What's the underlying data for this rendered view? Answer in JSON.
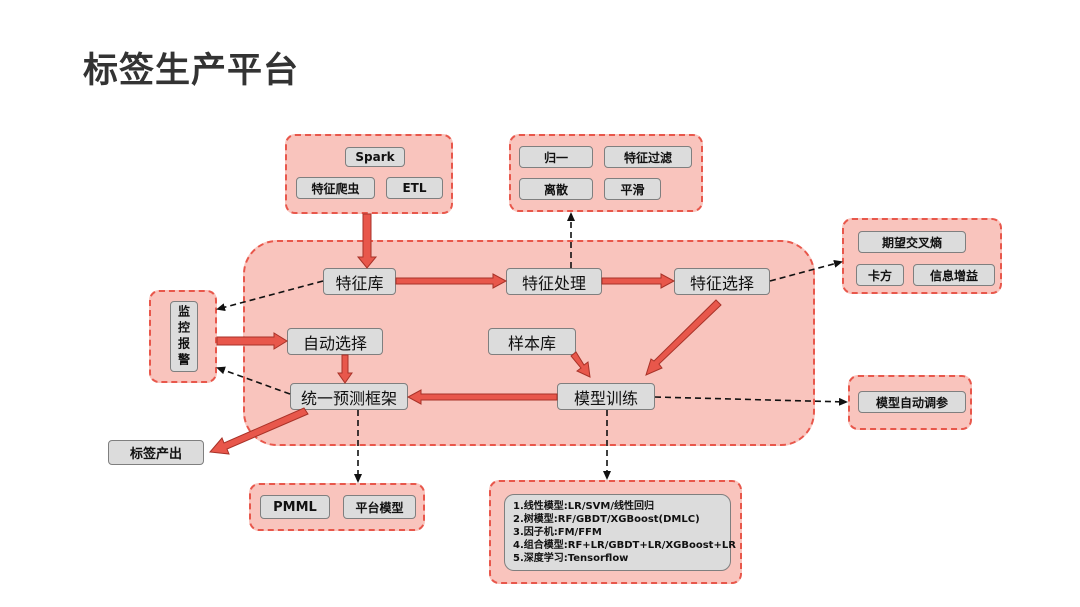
{
  "title": "标签生产平台",
  "source_group": {
    "spark": "Spark",
    "crawler": "特征爬虫",
    "etl": "ETL"
  },
  "processing_group": {
    "normalize": "归一",
    "filter": "特征过滤",
    "discretize": "离散",
    "smooth": "平滑"
  },
  "selection_group": {
    "cross_entropy": "期望交叉熵",
    "chi_square": "卡方",
    "info_gain": "信息增益"
  },
  "monitor": "监控报警",
  "core": {
    "feature_store": "特征库",
    "feature_processing": "特征处理",
    "feature_selection": "特征选择",
    "auto_select": "自动选择",
    "sample_store": "样本库",
    "unified_framework": "统一预测框架",
    "model_training": "模型训练"
  },
  "tuning": "模型自动调参",
  "tag_output": "标签产出",
  "deploy_group": {
    "pmml": "PMML",
    "platform_model": "平台模型"
  },
  "models": [
    "1.线性模型:LR/SVM/线性回归",
    "2.树模型:RF/GBDT/XGBoost(DMLC)",
    "3.因子机:FM/FFM",
    "4.组合模型:RF+LR/GBDT+LR/XGBoost+LR",
    "5.深度学习:Tensorflow"
  ],
  "colors": {
    "panel": "#f9c4bd",
    "border": "#e8574b",
    "node": "#dcdcdc",
    "arrow": "#e8574b"
  }
}
